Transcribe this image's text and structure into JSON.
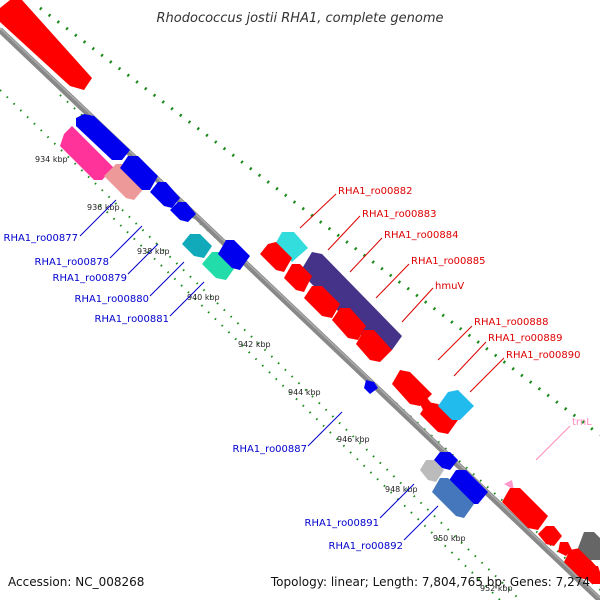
{
  "title": "Rhodococcus jostii RHA1, complete genome",
  "footer": {
    "accession": "Accession: NC_008268",
    "summary": "Topology: linear; Length: 7,804,765 bp; Genes: 7,274"
  },
  "ticks": [
    "934 kbp",
    "936 kbp",
    "938 kbp",
    "940 kbp",
    "942 kbp",
    "944 kbp",
    "946 kbp",
    "948 kbp",
    "950 kbp",
    "952 kbp"
  ],
  "labels": {
    "forward": [
      "RHA1_ro00882",
      "RHA1_ro00883",
      "RHA1_ro00884",
      "RHA1_ro00885",
      "hmuV",
      "RHA1_ro00888",
      "RHA1_ro00889",
      "RHA1_ro00890"
    ],
    "reverse": [
      "RHA1_ro00877",
      "RHA1_ro00878",
      "RHA1_ro00879",
      "RHA1_ro00880",
      "RHA1_ro00881",
      "RHA1_ro00887",
      "RHA1_ro00891",
      "RHA1_ro00892"
    ],
    "trna": "trnL"
  },
  "colors": {
    "backbone": "#777777",
    "gc_dots": "#1a8a1a",
    "forward_label": "#dd0000",
    "reverse_label": "#0000cc",
    "trna_label": "#ff88bb"
  }
}
